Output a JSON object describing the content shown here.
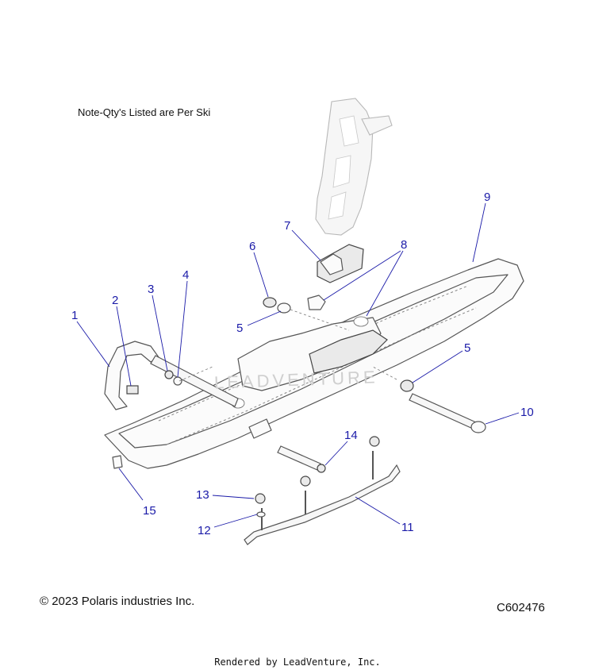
{
  "note": "Note-Qty's Listed are Per Ski",
  "copyright": "© 2023 Polaris industries Inc.",
  "diagram_code": "C602476",
  "rendered_by": "Rendered by LeadVenture, Inc.",
  "watermark": "LEADVENTURE",
  "callout_color": "#1a1aa8",
  "callouts": [
    "1",
    "2",
    "3",
    "4",
    "5",
    "5",
    "6",
    "7",
    "8",
    "9",
    "10",
    "11",
    "12",
    "13",
    "14",
    "15"
  ]
}
